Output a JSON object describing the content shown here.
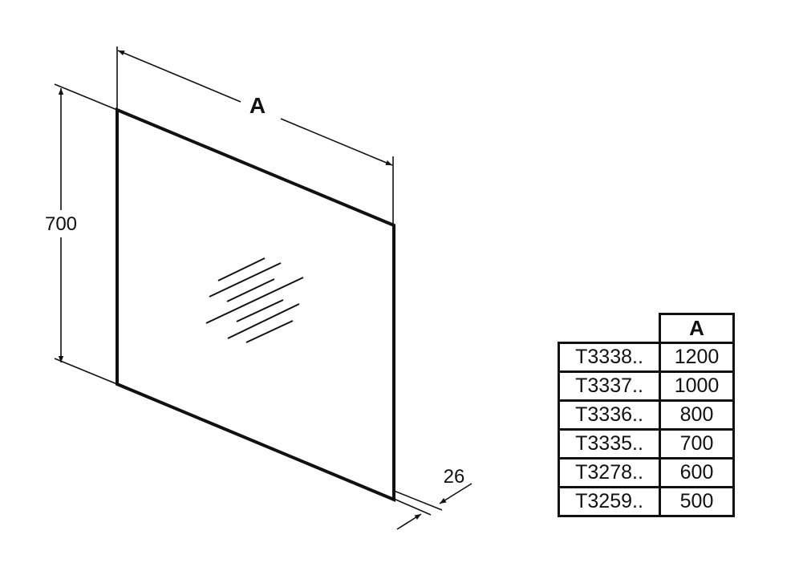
{
  "drawing": {
    "dimension_width_label": "A",
    "dimension_height_label": "700",
    "dimension_depth_label": "26"
  },
  "table": {
    "header": [
      "",
      "A"
    ],
    "rows": [
      {
        "code": "T3338..",
        "a": "1200"
      },
      {
        "code": "T3337..",
        "a": "1000"
      },
      {
        "code": "T3336..",
        "a": "800"
      },
      {
        "code": "T3335..",
        "a": "700"
      },
      {
        "code": "T3278..",
        "a": "600"
      },
      {
        "code": "T3259..",
        "a": "500"
      }
    ]
  }
}
